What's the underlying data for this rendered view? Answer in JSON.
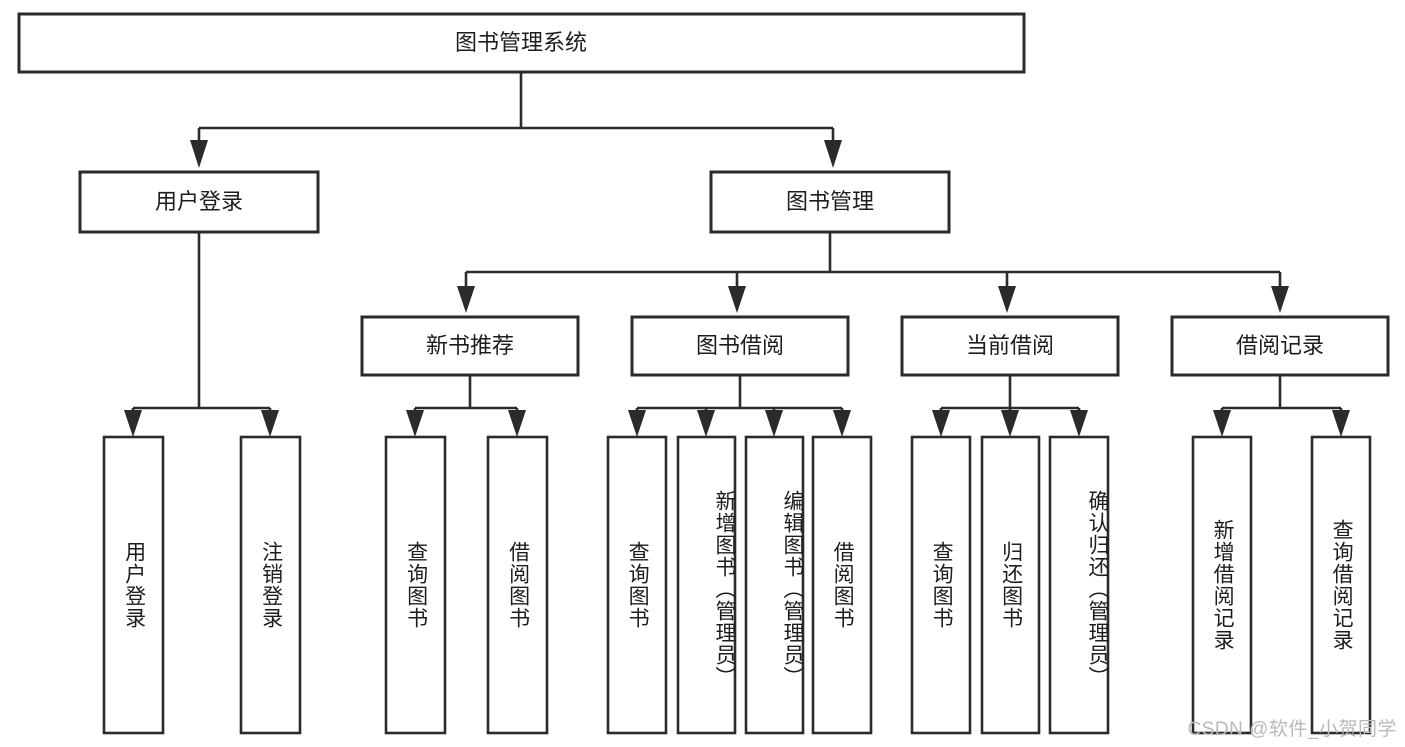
{
  "diagram": {
    "type": "tree-hierarchy-chart",
    "title": "图书管理系统",
    "root": {
      "id": "root",
      "label": "图书管理系统",
      "orientation": "horizontal"
    },
    "level2": [
      {
        "id": "user-login",
        "label": "用户登录",
        "orientation": "horizontal"
      },
      {
        "id": "book-manage",
        "label": "图书管理",
        "orientation": "horizontal"
      }
    ],
    "level3": [
      {
        "id": "new-book-recommend",
        "label": "新书推荐",
        "orientation": "horizontal",
        "parent": "book-manage"
      },
      {
        "id": "book-borrow",
        "label": "图书借阅",
        "orientation": "horizontal",
        "parent": "book-manage"
      },
      {
        "id": "current-borrow",
        "label": "当前借阅",
        "orientation": "horizontal",
        "parent": "book-manage"
      },
      {
        "id": "borrow-record",
        "label": "借阅记录",
        "orientation": "horizontal",
        "parent": "book-manage"
      }
    ],
    "leaves": [
      {
        "id": "leaf-user-login",
        "label": "用户登录",
        "orientation": "vertical",
        "parent": "user-login"
      },
      {
        "id": "leaf-logout-login",
        "label": "注销登录",
        "orientation": "vertical",
        "parent": "user-login"
      },
      {
        "id": "leaf-query-book-1",
        "label": "查询图书",
        "orientation": "vertical",
        "parent": "new-book-recommend"
      },
      {
        "id": "leaf-borrow-book-1",
        "label": "借阅图书",
        "orientation": "vertical",
        "parent": "new-book-recommend"
      },
      {
        "id": "leaf-query-book-2",
        "label": "查询图书",
        "orientation": "vertical",
        "parent": "book-borrow"
      },
      {
        "id": "leaf-add-book",
        "label": "新增图书（管理员）",
        "orientation": "vertical",
        "parent": "book-borrow"
      },
      {
        "id": "leaf-edit-book",
        "label": "编辑图书（管理员）",
        "orientation": "vertical",
        "parent": "book-borrow"
      },
      {
        "id": "leaf-borrow-book-2",
        "label": "借阅图书",
        "orientation": "vertical",
        "parent": "book-borrow"
      },
      {
        "id": "leaf-query-book-3",
        "label": "查询图书",
        "orientation": "vertical",
        "parent": "current-borrow"
      },
      {
        "id": "leaf-return-book",
        "label": "归还图书",
        "orientation": "vertical",
        "parent": "current-borrow"
      },
      {
        "id": "leaf-confirm-return",
        "label": "确认归还（管理员）",
        "orientation": "vertical",
        "parent": "current-borrow"
      },
      {
        "id": "leaf-add-record",
        "label": "新增借阅记录",
        "orientation": "vertical",
        "parent": "borrow-record"
      },
      {
        "id": "leaf-query-record",
        "label": "查询借阅记录",
        "orientation": "vertical",
        "parent": "borrow-record"
      }
    ]
  },
  "watermark": {
    "text": "CSDN @软件_小贺同学"
  },
  "colors": {
    "background": "#ffffff",
    "box_fill": "#ffffff",
    "box_stroke": "#2b2b2b",
    "text": "#1d1d1d",
    "watermark": "#b9b9b9"
  }
}
